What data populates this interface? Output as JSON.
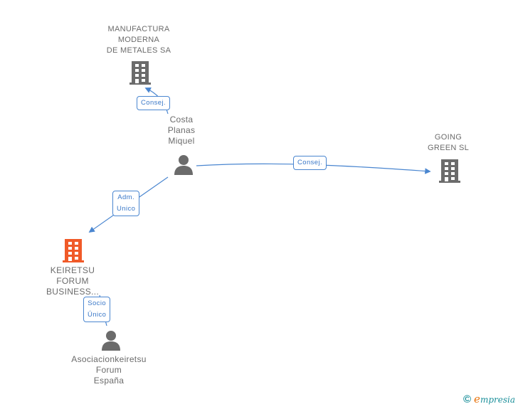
{
  "colors": {
    "edge": "#4a86d0",
    "company_icon": "#6b6b6b",
    "company_icon_highlight": "#f05a28",
    "person_icon": "#6b6b6b",
    "label_text": "#6b6b6b"
  },
  "nodes": [
    {
      "id": "manufactura",
      "type": "company",
      "label": "MANUFACTURA\nMODERNA\nDE METALES SA",
      "highlight": false
    },
    {
      "id": "costa",
      "type": "person",
      "label": "Costa\nPlanas\nMiquel"
    },
    {
      "id": "going",
      "type": "company",
      "label": "GOING\nGREEN SL",
      "highlight": false
    },
    {
      "id": "keiretsu",
      "type": "company",
      "label": "KEIRETSU\nFORUM\nBUSINESS...",
      "highlight": true
    },
    {
      "id": "asociacion",
      "type": "person",
      "label": "Asociacionkeiretsu\nForum\nEspaña"
    }
  ],
  "edges": [
    {
      "from": "costa",
      "to": "manufactura",
      "label": "Consej."
    },
    {
      "from": "costa",
      "to": "going",
      "label": "Consej."
    },
    {
      "from": "costa",
      "to": "keiretsu",
      "label": "Adm.\nUnico"
    },
    {
      "from": "asociacion",
      "to": "keiretsu",
      "label": "Socio\nÚnico"
    }
  ],
  "footer": {
    "copyright_symbol": "©",
    "brand_initial": "e",
    "brand_rest": "mpresia"
  }
}
